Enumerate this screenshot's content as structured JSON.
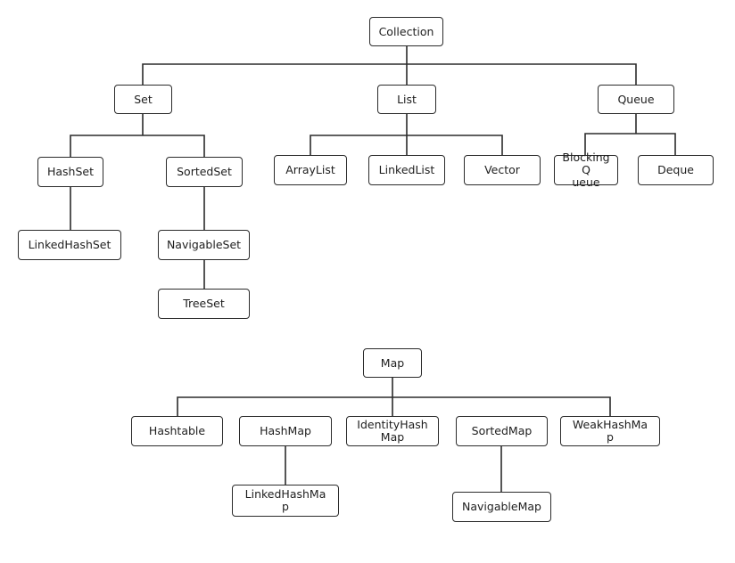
{
  "collection": {
    "root": "Collection",
    "set": "Set",
    "list": "List",
    "queue": "Queue",
    "hashset": "HashSet",
    "sortedset": "SortedSet",
    "linkedhashset": "LinkedHashSet",
    "navigableset": "NavigableSet",
    "treeset": "TreeSet",
    "arraylist": "ArrayList",
    "linkedlist": "LinkedList",
    "vector": "Vector",
    "blockingqueue": "BlockingQ\nueue",
    "deque": "Deque"
  },
  "map": {
    "root": "Map",
    "hashtable": "Hashtable",
    "hashmap": "HashMap",
    "identityhashmap": "IdentityHash\nMap",
    "sortedmap": "SortedMap",
    "weakhashmap": "WeakHashMa\np",
    "linkedhashmap": "LinkedHashMa\np",
    "navigablemap": "NavigableMap"
  },
  "colors": {
    "line": "#2b2b2b",
    "box_border": "#2b2b2b",
    "text": "#1e1e1e"
  }
}
